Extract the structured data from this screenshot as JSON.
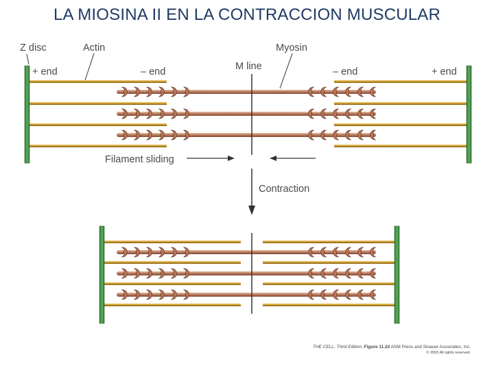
{
  "title": "LA MIOSINA II EN LA CONTRACCION MUSCULAR",
  "labels": {
    "z_disc": "Z disc",
    "actin": "Actin",
    "myosin": "Myosin",
    "m_line": "M line",
    "plus_end_left": "+ end",
    "minus_end_left": "– end",
    "minus_end_right": "– end",
    "plus_end_right": "+ end",
    "filament_sliding": "Filament sliding",
    "contraction": "Contraction"
  },
  "credit": {
    "line1_book": "THE CELL, Third Edition,",
    "line1_figure": " Figure 11.22",
    "line1_publisher": "  ASM Press and Sinauer Associates, Inc.",
    "line2": "© 2003 All rights reserved."
  },
  "colors": {
    "title": "#1f3a63",
    "z_disc": "#4a9a4a",
    "actin": "#c8972a",
    "myosin": "#b9775a",
    "m_line": "#333333",
    "label": "#4a4a4a"
  }
}
